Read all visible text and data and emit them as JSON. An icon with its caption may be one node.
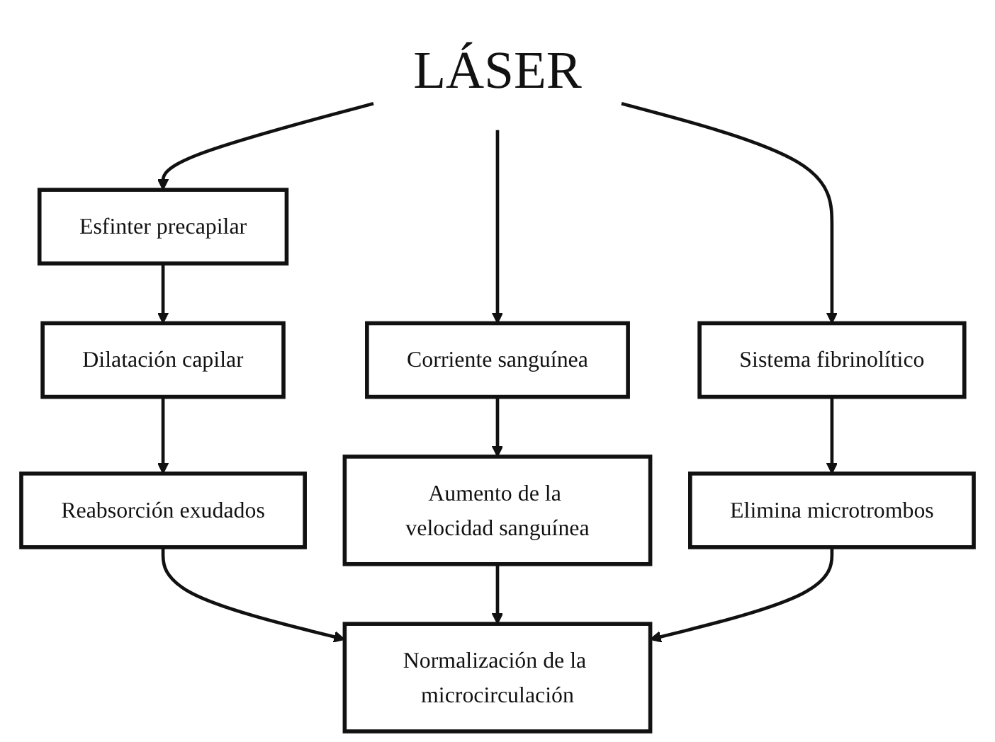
{
  "diagram": {
    "nodes": [
      {
        "text": [
          "LÁSER"
        ]
      },
      {
        "text": [
          "Esfinter precapilar"
        ]
      },
      {
        "text": [
          "Corriente sanguínea"
        ]
      },
      {
        "text": [
          "Sistema fibrinolítico"
        ]
      },
      {
        "text": [
          "Dilatación capilar"
        ]
      },
      {
        "text": [
          "Reabsorción exudados"
        ]
      },
      {
        "text": [
          "Aumento de la velocidad sanguínea"
        ]
      },
      {
        "text": [
          "Elimina microtrombos"
        ]
      },
      {
        "text": [
          "Normalización de la microcirculación"
        ]
      }
    ],
    "edges": [
      {
        "from": 0,
        "to": 1,
        "arrow": "to"
      },
      {
        "from": 0,
        "to": 2,
        "arrow": "to"
      },
      {
        "from": 0,
        "to": 3,
        "arrow": "to"
      },
      {
        "from": 1,
        "to": 4,
        "arrow": "to"
      },
      {
        "from": 4,
        "to": 5,
        "arrow": "to"
      },
      {
        "from": 2,
        "to": 6,
        "arrow": "to"
      },
      {
        "from": 3,
        "to": 7,
        "arrow": "to"
      },
      {
        "from": 5,
        "to": 8,
        "arrow": "to"
      },
      {
        "from": 6,
        "to": 8,
        "arrow": "to"
      },
      {
        "from": 7,
        "to": 8,
        "arrow": "to"
      }
    ]
  }
}
